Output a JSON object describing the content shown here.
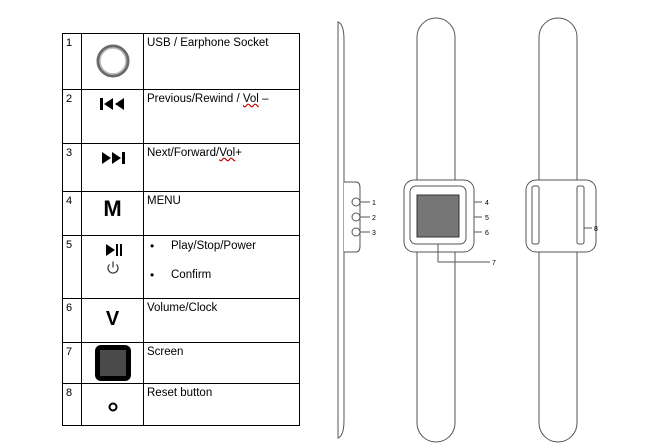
{
  "legend": {
    "rows": [
      {
        "num": "1",
        "icon": "socket-circle-icon",
        "label": "USB / Earphone Socket"
      },
      {
        "num": "2",
        "icon": "previous-rewind-icon",
        "label_parts": [
          "Previous/Rewind / ",
          "Vol",
          " –"
        ]
      },
      {
        "num": "3",
        "icon": "next-forward-icon",
        "label_parts": [
          "Next/Forward/",
          "Vol",
          "+"
        ]
      },
      {
        "num": "4",
        "icon": "menu-m-icon",
        "icon_text": "M",
        "label": "MENU"
      },
      {
        "num": "5",
        "icon": "play-pause-power-icon",
        "bullets": [
          "Play/Stop/Power",
          "Confirm"
        ]
      },
      {
        "num": "6",
        "icon": "volume-v-icon",
        "icon_text": "V",
        "label": "Volume/Clock"
      },
      {
        "num": "7",
        "icon": "screen-square-icon",
        "label": "Screen"
      },
      {
        "num": "8",
        "icon": "reset-dot-icon",
        "label": "Reset button"
      }
    ]
  },
  "diagram": {
    "callouts": [
      "1",
      "2",
      "3",
      "4",
      "5",
      "6",
      "7",
      "8"
    ]
  }
}
